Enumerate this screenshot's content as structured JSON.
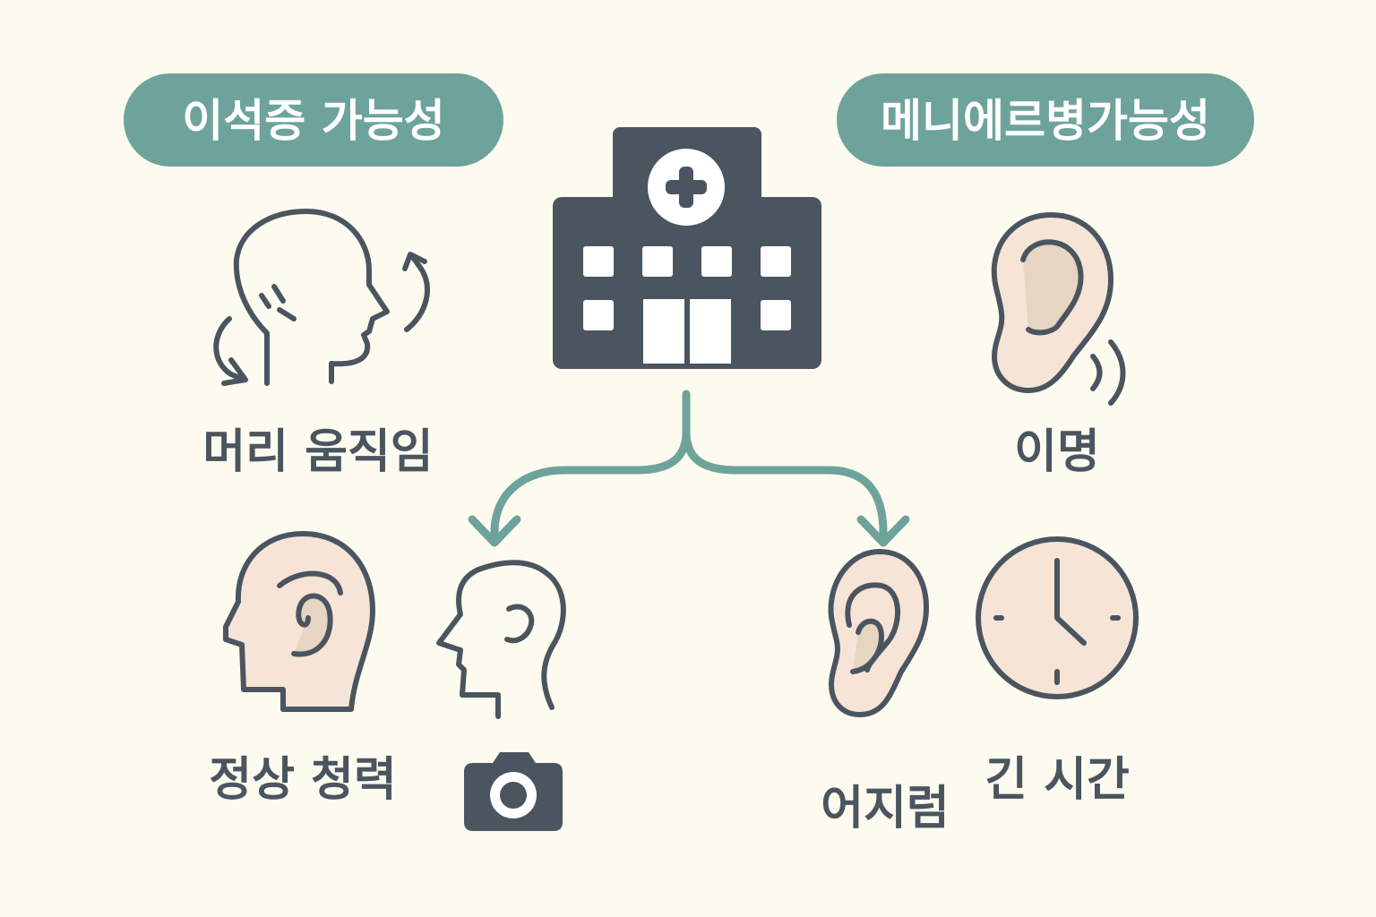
{
  "colors": {
    "background": "#fdfbef",
    "accent": "#6ea39b",
    "icon_dark": "#4b5560",
    "skin": "#f6e4d6",
    "ear_inner": "#e6d5c2",
    "pill_text": "#ffffff"
  },
  "left_group": {
    "title": "이석증 가능성",
    "head_label": "머리 움직임",
    "hearing_label": "정상 청력"
  },
  "right_group": {
    "title": "메니에르병가능성",
    "tinnitus_label": "이명",
    "dizziness_label": "어지럼",
    "time_label": "긴 시간"
  },
  "icons": [
    "hospital-icon",
    "head-rotation-icon",
    "ear-sound-icon",
    "head-ear-icon",
    "head-profile-icon",
    "camera-icon",
    "ear-icon",
    "clock-icon"
  ]
}
